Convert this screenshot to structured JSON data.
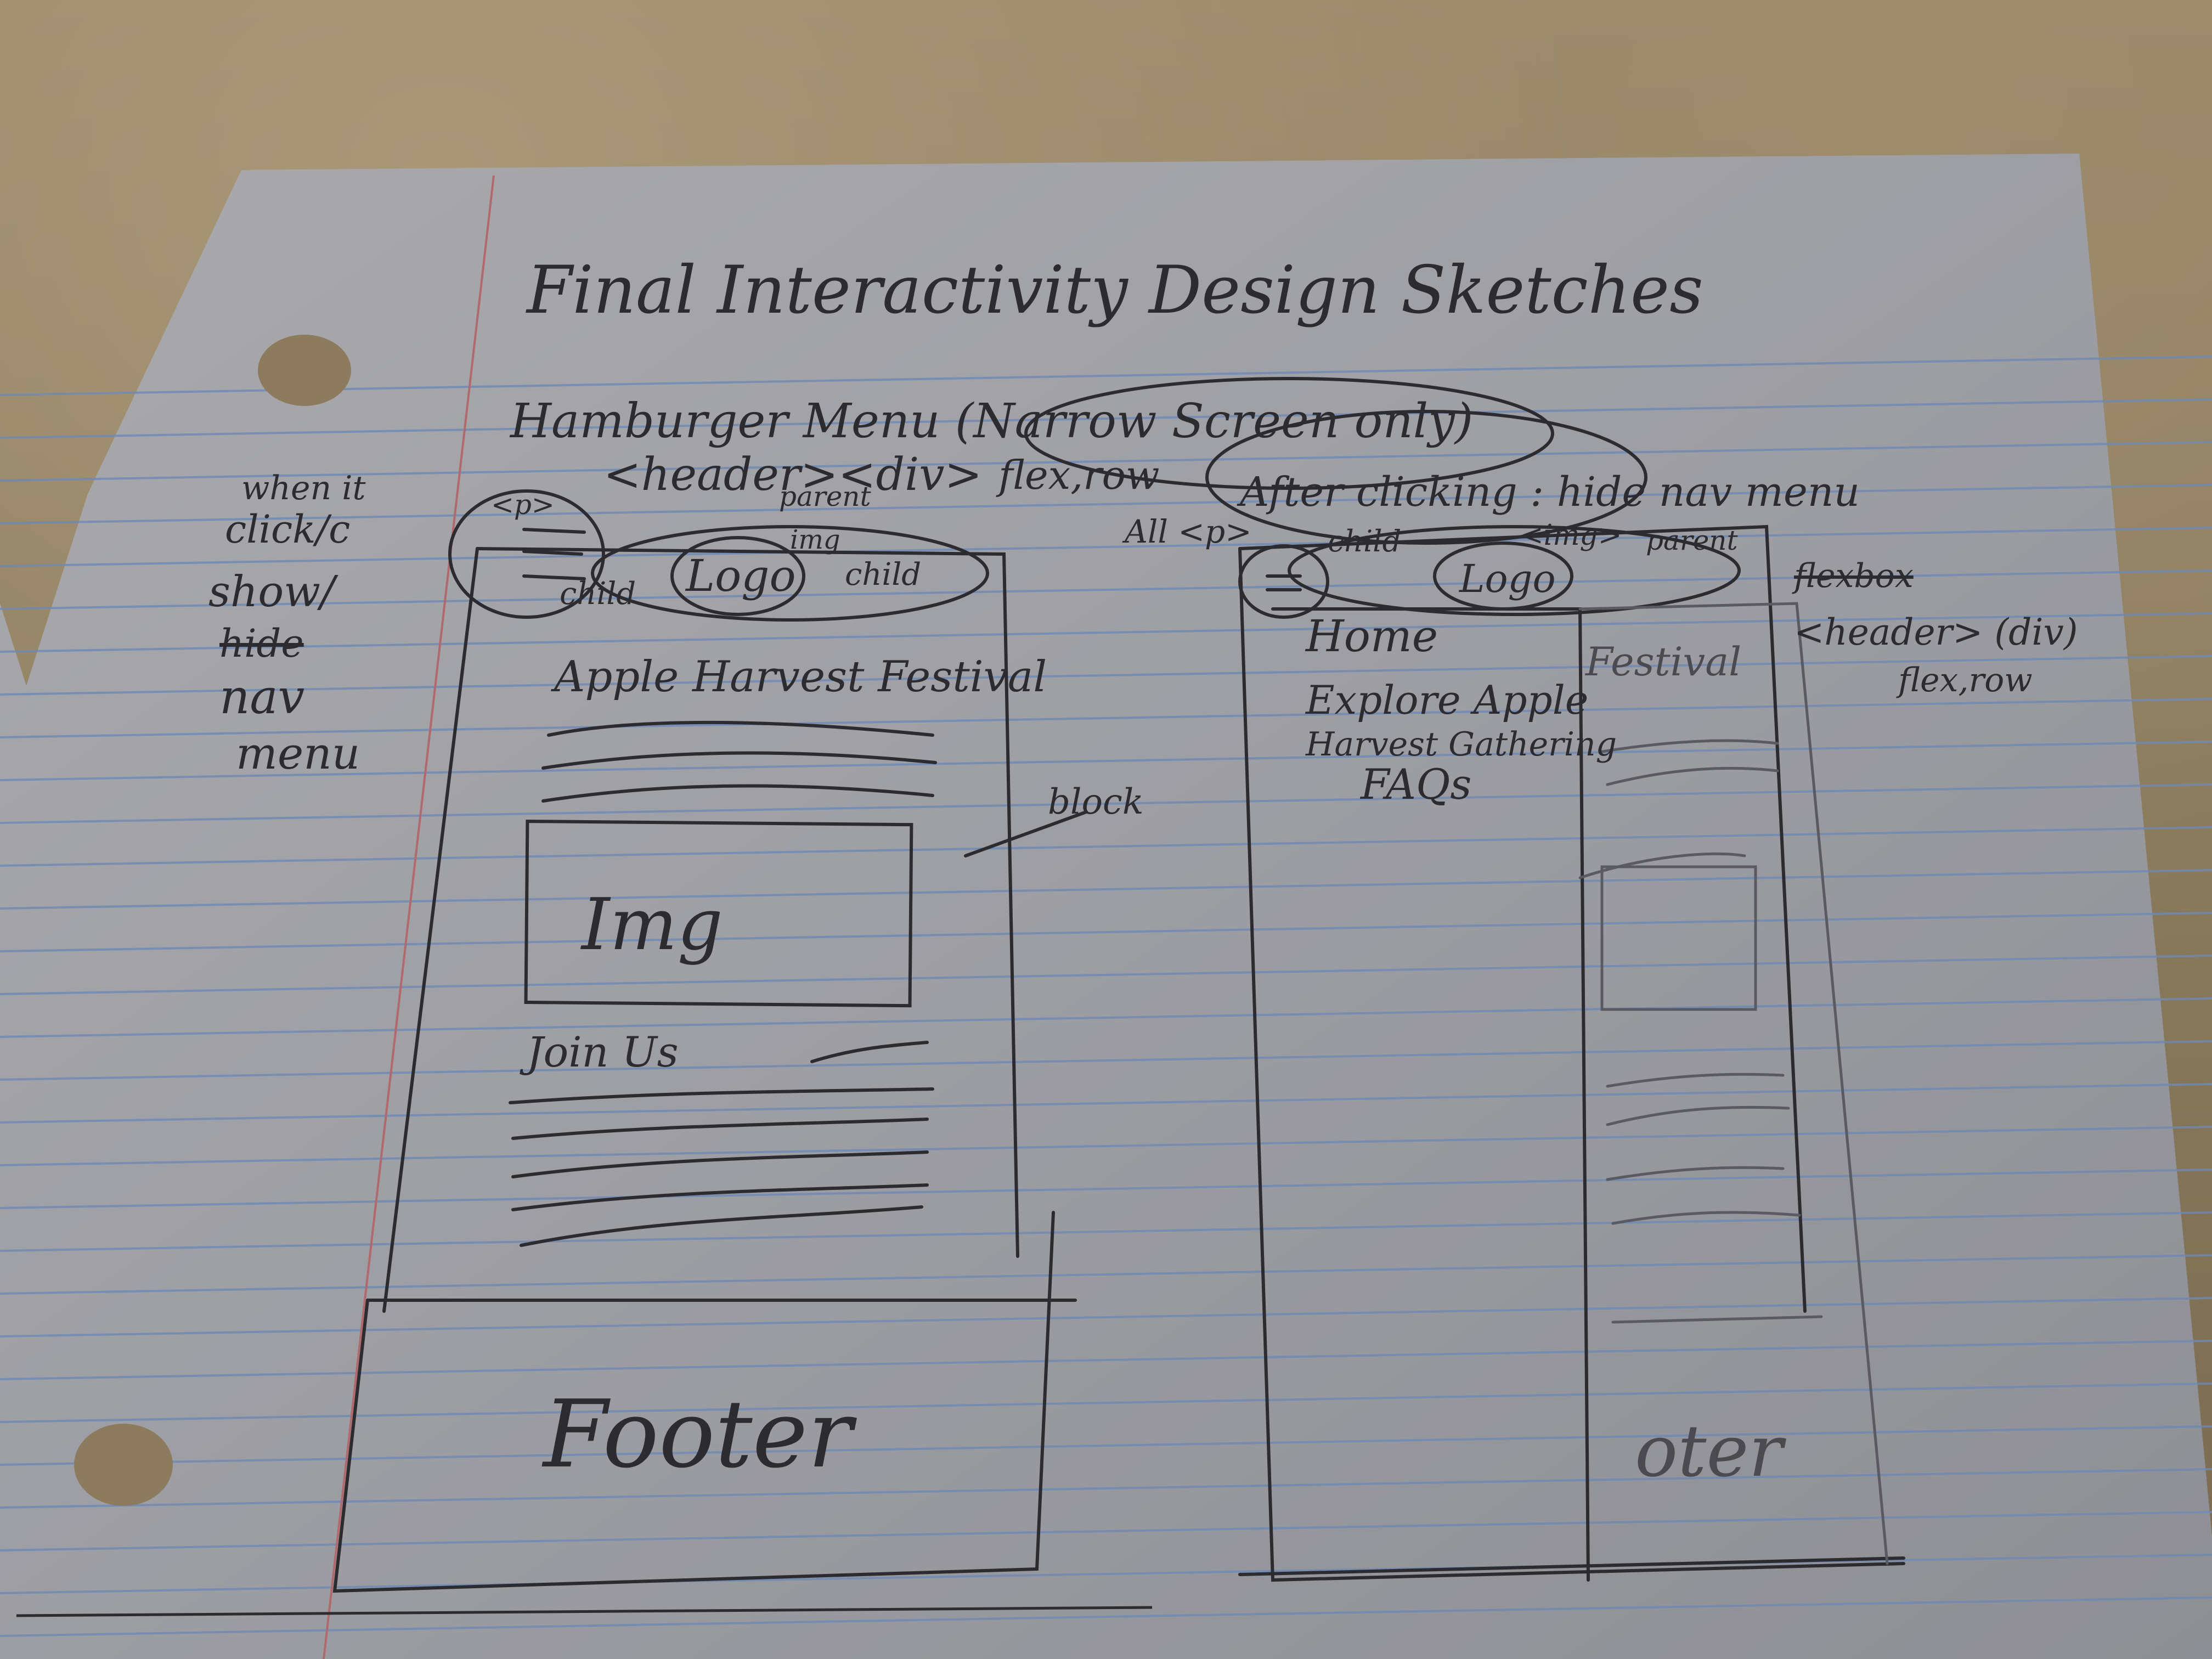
{
  "sheet": {
    "title": "Final Interactivity Design Sketches",
    "hamburger_heading": "Hamburger Menu (Narrow Screen only)",
    "header_note": "<header><div>",
    "flex_note": "flex,row",
    "parent_note": "parent",
    "after_click_note": "After clicking : hide nav menu",
    "side_note_lines": [
      "when it",
      "click/c",
      "show/",
      "hide",
      "nav",
      "menu"
    ],
    "left_sketch": {
      "p_label": "<p>",
      "child_left": "child",
      "logo": "Logo",
      "img_tag": "img",
      "child_right": "child",
      "heading": "Apple Harvest Festival",
      "img_box": "Img",
      "join_us": "Join Us",
      "footer": "Footer",
      "block_note": "block"
    },
    "right_sketch": {
      "p_label": "All <p>",
      "child_left": "child",
      "logo": "Logo",
      "img_tag": "<img>",
      "parent_note": "parent",
      "nav_items": [
        "Home",
        "Explore Apple",
        "Harvest Gathering",
        "FAQs"
      ],
      "festival": "Festival",
      "footer_fragment": "oter",
      "header_note": "<header> (div)",
      "flex_note": "flex,row",
      "flexbox_note": "flexbox"
    }
  }
}
